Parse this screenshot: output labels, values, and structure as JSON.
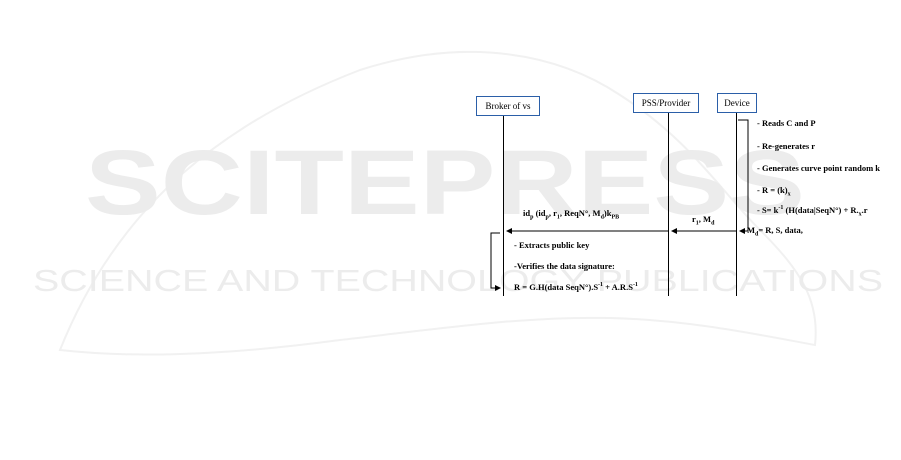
{
  "watermark": {
    "line1": "SCITEPRESS",
    "line2": "SCIENCE AND TECHNOLOGY PUBLICATIONS",
    "color": "#ececec"
  },
  "actors": {
    "broker": "Broker of vs",
    "pss": "PSS/Provider",
    "device": "Device"
  },
  "device_steps": {
    "s1": "- Reads C and P",
    "s2": "- Re-generates r",
    "s3": "- Generates  curve  point random k",
    "s4_pre": "-  R = (k)",
    "s4_sub": "x",
    "s5_pre": "-  S= k",
    "s5_sup": "-1",
    "s5_post": " (H(data|SeqN°) + R.",
    "s5_sub": "x",
    "s5_end": ".r",
    "s6_pre": "- M",
    "s6_sub": "d",
    "s6_post": "=  R, S, data,"
  },
  "messages": {
    "m1_pre": "r",
    "m1_sub1": "1",
    "m1_mid": ", M",
    "m1_sub2": "d",
    "m2_a": "id",
    "m2_a_sub": "p",
    "m2_b": " (id",
    "m2_b_sub": "p",
    "m2_c": ",  r",
    "m2_c_sub": "1",
    "m2_d": ",  ReqN°, M",
    "m2_d_sub": "d",
    "m2_e": ")k",
    "m2_e_sub": "PB"
  },
  "broker_steps": {
    "b1": "- Extracts public key",
    "b2": "-Verifies the data signature:",
    "b3_pre": "R = G.H(data SeqN°).S",
    "b3_sup1": "-1",
    "b3_mid": " + A.R.S",
    "b3_sup2": "-1"
  },
  "colors": {
    "actor_border": "#2b5fa8",
    "line": "#000000"
  }
}
